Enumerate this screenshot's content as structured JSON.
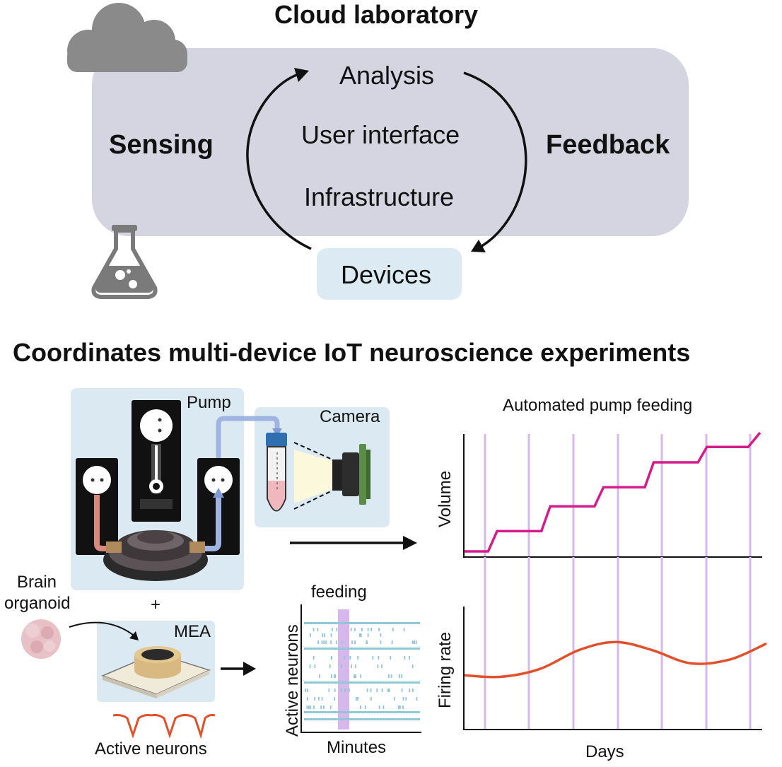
{
  "top": {
    "title": "Cloud laboratory",
    "sensing": "Sensing",
    "feedback": "Feedback",
    "cycle": [
      "Analysis",
      "User interface",
      "Infrastructure"
    ],
    "devices": "Devices"
  },
  "bottom": {
    "title": "Coordinates multi-device IoT neuroscience experiments",
    "pump": "Pump",
    "camera": "Camera",
    "brain": "Brain",
    "organoid": "organoid",
    "plus": "+",
    "mea": "MEA",
    "active_neurons_caption": "Active neurons",
    "raster_title": "feeding",
    "raster_ylabel": "Active neurons",
    "raster_xlabel": "Minutes"
  },
  "colors": {
    "cloud_panel": "#d5d5e2",
    "devices_box": "#dcebf3",
    "device_panel": "#dbe9f2",
    "pink_line": "#d41c8c",
    "orange_line": "#e2502a",
    "violet_band": "#d7b8ec",
    "raster_tick": "#8ec7d8"
  },
  "chart_data": [
    {
      "type": "line",
      "title": "Automated pump feeding",
      "xlabel": "",
      "ylabel": "Volume",
      "series": [
        {
          "x": [
            0,
            0.08,
            0.11,
            0.26,
            0.29,
            0.44,
            0.47,
            0.61,
            0.64,
            0.79,
            0.82,
            0.96,
            1.0
          ],
          "y": [
            0,
            0,
            0.17,
            0.17,
            0.38,
            0.38,
            0.54,
            0.54,
            0.75,
            0.75,
            0.88,
            0.88,
            1.0
          ]
        }
      ]
    },
    {
      "type": "line",
      "xlabel": "Days",
      "ylabel": "Firing rate",
      "series": [
        {
          "x": [
            0,
            0.12,
            0.25,
            0.38,
            0.5,
            0.62,
            0.75,
            0.88,
            1.0
          ],
          "y": [
            0.4,
            0.38,
            0.48,
            0.72,
            0.82,
            0.72,
            0.55,
            0.6,
            0.8
          ]
        }
      ]
    }
  ]
}
